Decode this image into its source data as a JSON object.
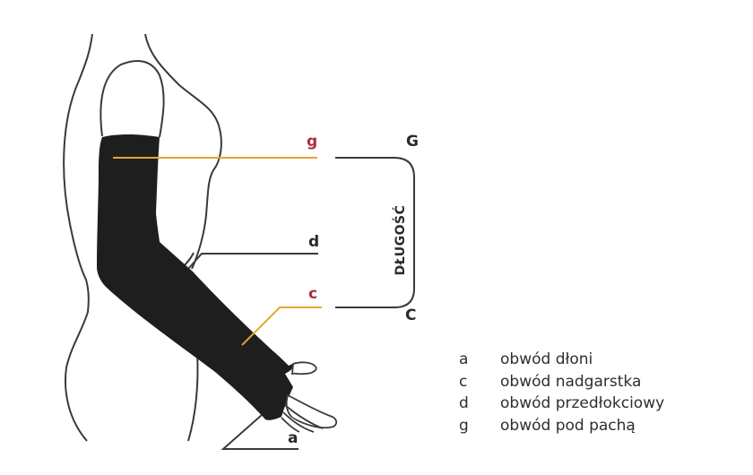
{
  "diagram": {
    "title": "Arm compression sleeve measurement diagram",
    "colors": {
      "sleeve": "#1e1e1e",
      "outline": "#3a3a3a",
      "measure_line_orange": "#e8a530",
      "measure_letter_red": "#a8313a",
      "text": "#2a2a2a"
    },
    "markers": {
      "g": "g",
      "d": "d",
      "c": "c",
      "a": "a"
    },
    "length_bracket": {
      "top": "G",
      "bottom": "C",
      "label": "DŁUGOŚĆ"
    },
    "legend": [
      {
        "key": "a",
        "text": "obwód dłoni"
      },
      {
        "key": "c",
        "text": "obwód nadgarstka"
      },
      {
        "key": "d",
        "text": "obwód przedłokciowy"
      },
      {
        "key": "g",
        "text": "obwód pod pachą"
      }
    ]
  }
}
